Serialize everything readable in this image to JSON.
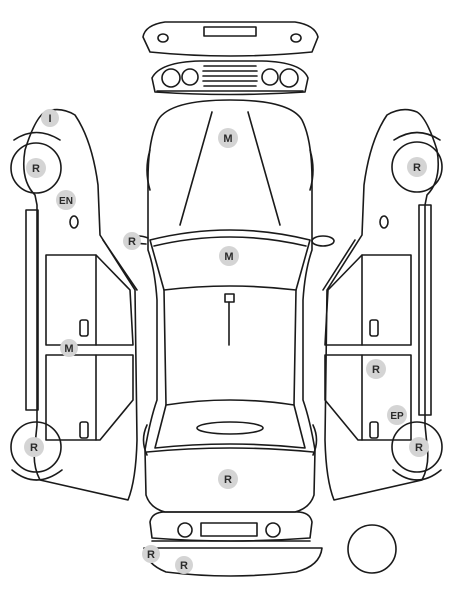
{
  "colors": {
    "stroke": "#1a1a1a",
    "marker_fill": "#d4d4d4",
    "marker_text": "#2b2b2b",
    "background": "#ffffff"
  },
  "markers": {
    "left_side_top": "I",
    "left_front_wheel": "R",
    "left_side_en": "EN",
    "left_mirror": "R",
    "left_side_mid": "M",
    "left_rear_wheel": "R",
    "hood": "M",
    "windshield": "M",
    "trunk": "R",
    "right_front_wheel": "R",
    "right_rear_door": "R",
    "right_side_ep": "EP",
    "right_rear_wheel": "R",
    "rear_bumper_left": "R",
    "rear_bumper_center": "R"
  }
}
